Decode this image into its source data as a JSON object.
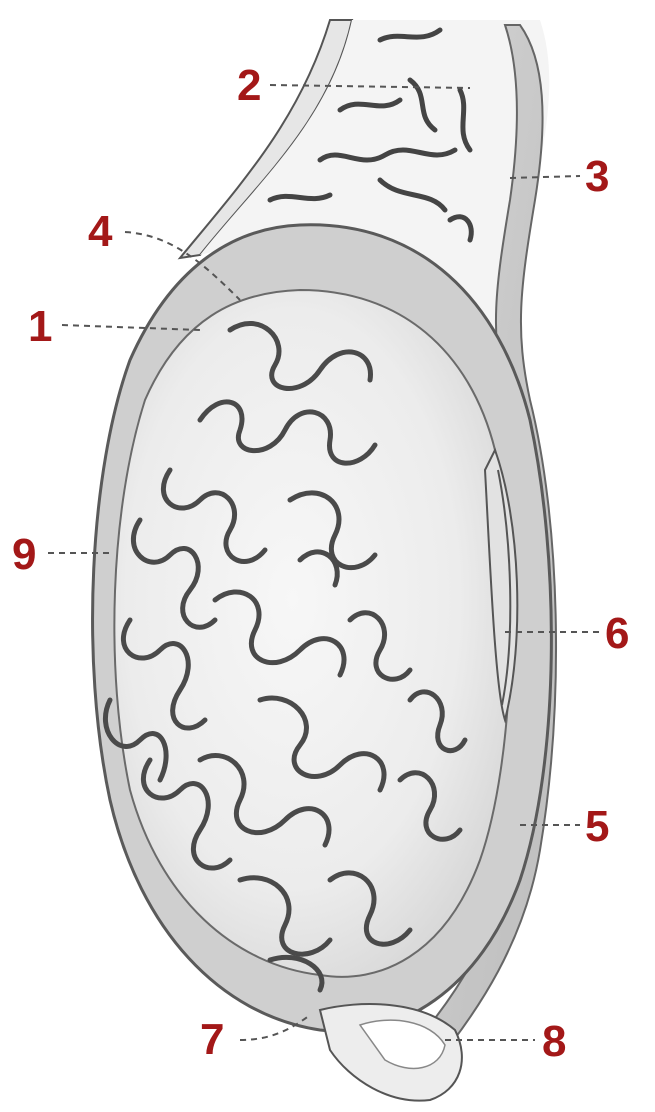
{
  "labels": [
    {
      "id": "1",
      "text": "1"
    },
    {
      "id": "2",
      "text": "2"
    },
    {
      "id": "3",
      "text": "3"
    },
    {
      "id": "4",
      "text": "4"
    },
    {
      "id": "5",
      "text": "5"
    },
    {
      "id": "6",
      "text": "6"
    },
    {
      "id": "7",
      "text": "7"
    },
    {
      "id": "8",
      "text": "8"
    },
    {
      "id": "9",
      "text": "9"
    }
  ],
  "colors": {
    "label": "#a31818",
    "ink": "#4a4a4a",
    "wall": "#c9c9c9",
    "background": "#ffffff"
  }
}
